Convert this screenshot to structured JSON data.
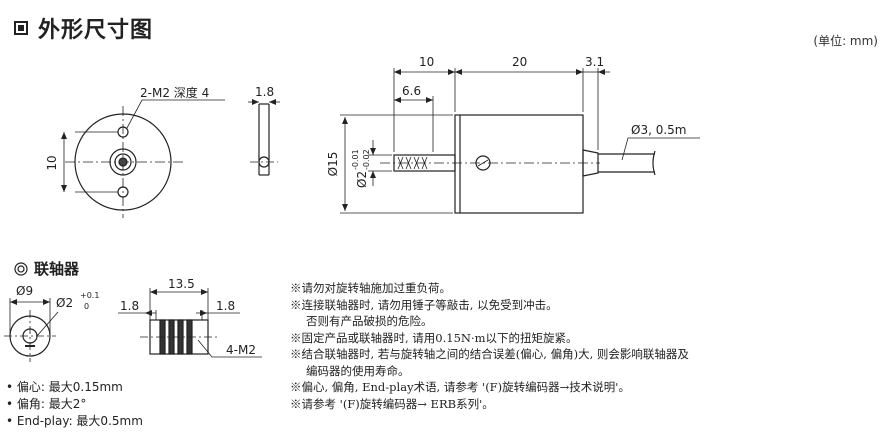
{
  "title": "外形尺寸图",
  "unit_label": "(单位: mm)",
  "icons": {
    "title_marker": "square-bullet-icon",
    "section_marker": "double-circle-icon"
  },
  "front_view": {
    "hole_label": "2-M2 深度 4",
    "height_dim": "10"
  },
  "side_view": {
    "dim": "1.8"
  },
  "main_view": {
    "dim_10": "10",
    "dim_20": "20",
    "dim_3_1": "3.1",
    "dim_6_6": "6.6",
    "cable_label": "Ø3, 0.5m",
    "body_dia": "Ø15",
    "shaft_dia": "Ø2",
    "shaft_tol_upper": "-0.01",
    "shaft_tol_lower": "-0.02"
  },
  "coupling": {
    "section_title": "联轴器",
    "dia9": "Ø9",
    "dia2": "Ø2",
    "tol_upper": "+0.1",
    "tol_lower": "0",
    "dim_13_5": "13.5",
    "dim_left": "1.8",
    "dim_right": "1.8",
    "screw_label": "4-M2"
  },
  "specs": [
    "偏心: 最大0.15mm",
    "偏角: 最大2°",
    "End-play: 最大0.5mm"
  ],
  "notes": [
    {
      "text": "※请勿对旋转轴施加过重负荷。",
      "indent": false
    },
    {
      "text": "※连接联轴器时, 请勿用锤子等敲击, 以免受到冲击。",
      "indent": false
    },
    {
      "text": "否则有产品破损的危险。",
      "indent": true
    },
    {
      "text": "※固定产品或联轴器时, 请用0.15N·m以下的扭矩旋紧。",
      "indent": false
    },
    {
      "text": "※结合联轴器时, 若与旋转轴之间的结合误差(偏心, 偏角)大, 则会影响联轴器及",
      "indent": false
    },
    {
      "text": "编码器的使用寿命。",
      "indent": true
    },
    {
      "text": "※偏心, 偏角, End-play术语, 请参考 '(F)旋转编码器→技术说明'。",
      "indent": false
    },
    {
      "text": "※请参考 '(F)旋转编码器→ ERB系列'。",
      "indent": false
    }
  ]
}
